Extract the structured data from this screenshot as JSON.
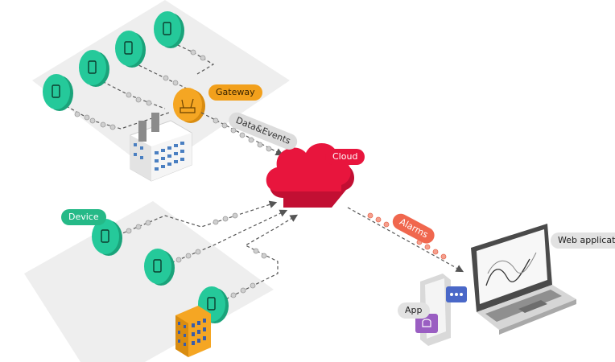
{
  "labels": {
    "gateway": "Gateway",
    "data_events": "Data&Events",
    "cloud": "Cloud",
    "alarms": "Alarms",
    "device": "Device",
    "web_application": "Web application",
    "app": "App"
  },
  "colors": {
    "device": "#25c99a",
    "gateway": "#f5a623",
    "cloud": "#e8153d",
    "alarms": "#f0674e",
    "platform": "#eeeeee",
    "laptop": "#4a4a4a",
    "app_chat": "#4a68c8",
    "app_bell": "#9a5ec2"
  }
}
